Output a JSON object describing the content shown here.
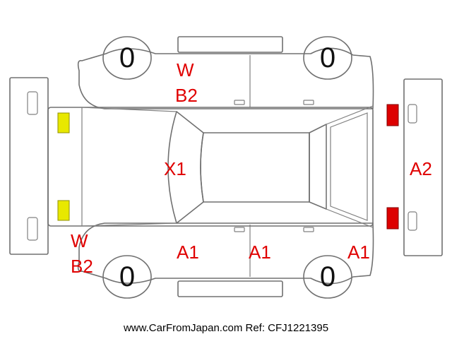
{
  "diagram": {
    "tyres": {
      "front_left": "0",
      "front_right": "0",
      "rear_left": "0",
      "rear_right": "0"
    },
    "damage_marks": {
      "top_left_code1": "W",
      "top_left_code2": "B2",
      "hood": "X1",
      "bottom_left_code1": "W",
      "bottom_left_code2": "B2",
      "front_door_lower": "A1",
      "rear_door_lower": "A1",
      "rear_quarter_lower": "A1",
      "rear_bumper": "A2"
    },
    "colors": {
      "mark_red": "#e00000",
      "headlight_yellow": "#e8e800",
      "taillight_red": "#dd0000",
      "outline_gray": "#707070"
    }
  },
  "footer": {
    "source_text": "www.CarFromJapan.com Ref: CFJ1221395"
  }
}
